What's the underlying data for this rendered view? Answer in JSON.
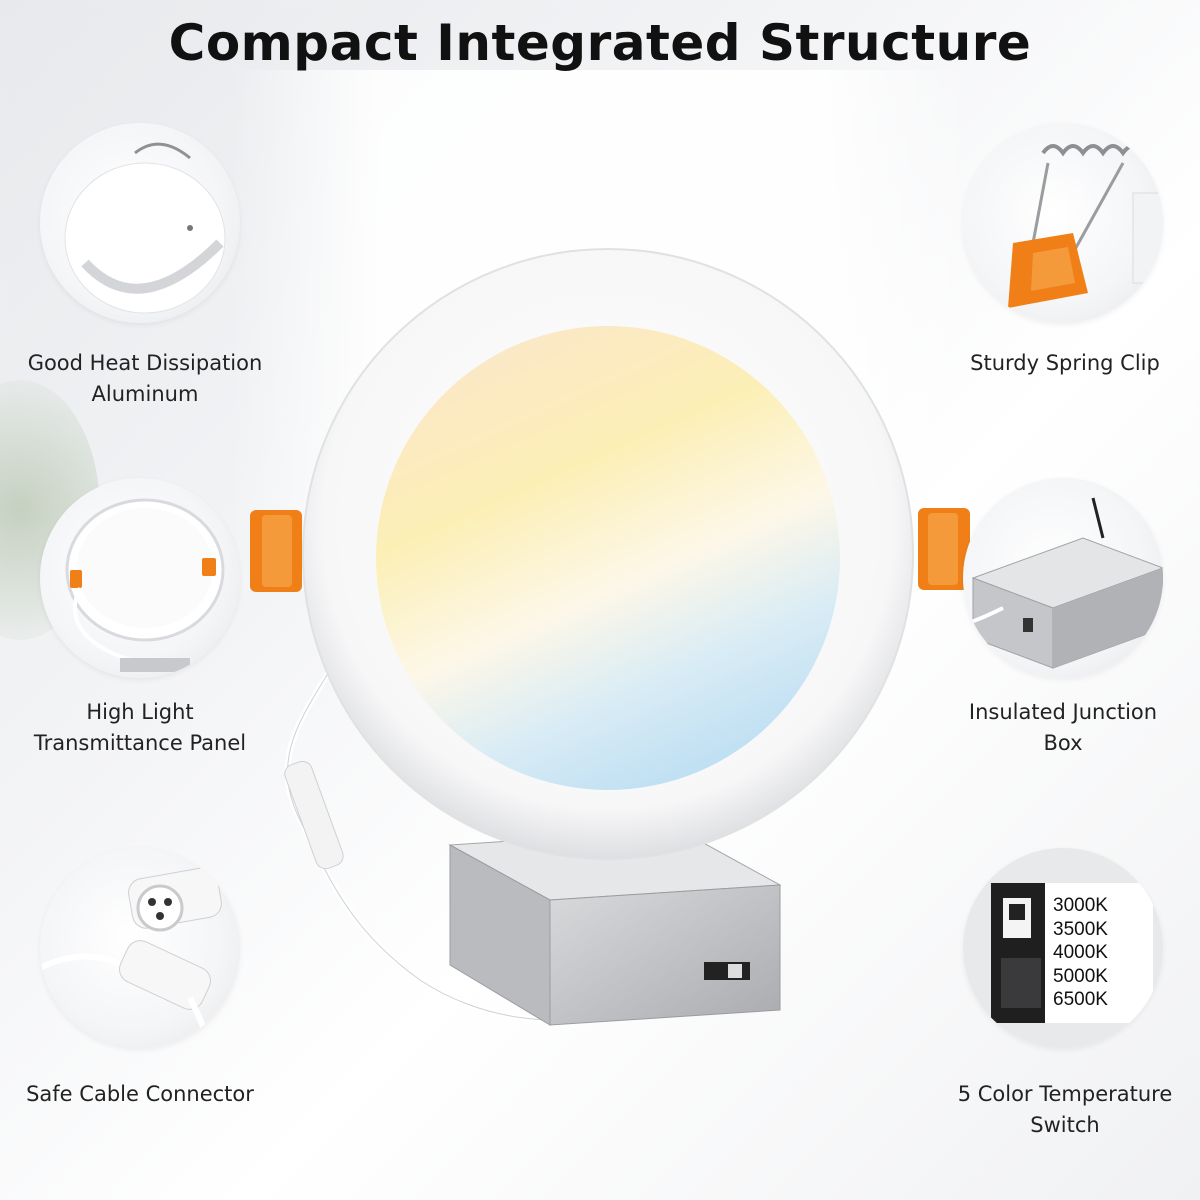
{
  "title": "Compact Integrated Structure",
  "features": {
    "heat": {
      "line1": "Good Heat Dissipation",
      "line2": "Aluminum"
    },
    "panel": {
      "line1": "High Light",
      "line2": "Transmittance Panel"
    },
    "connector": {
      "line1": "Safe Cable Connector",
      "line2": ""
    },
    "clip": {
      "line1": "Sturdy Spring Clip",
      "line2": ""
    },
    "junction": {
      "line1": "Insulated Junction",
      "line2": "Box"
    },
    "switch": {
      "line1": "5 Color Temperature",
      "line2": "Switch"
    }
  },
  "switch_temps": [
    "3000K",
    "3500K",
    "4000K",
    "5000K",
    "6500K"
  ],
  "colors": {
    "accent_orange": "#f07f18",
    "text": "#222222"
  }
}
